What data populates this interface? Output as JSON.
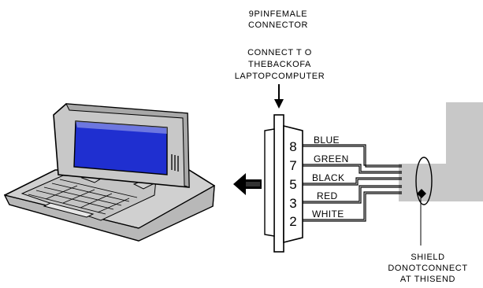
{
  "connector_label": [
    "9PINFEMALE",
    "CONNECTOR"
  ],
  "instruction_label": [
    "CONNECT T O",
    "THEBACKOFA",
    "LAPTOPCOMPUTER"
  ],
  "pins": [
    "8",
    "7",
    "5",
    "3",
    "2"
  ],
  "wires": [
    "BLUE",
    "GREEN",
    "BLACK",
    "RED",
    "WHITE"
  ],
  "shield_label": [
    "SHIELD",
    "DONOTCONNECT",
    "AT THISEND"
  ]
}
